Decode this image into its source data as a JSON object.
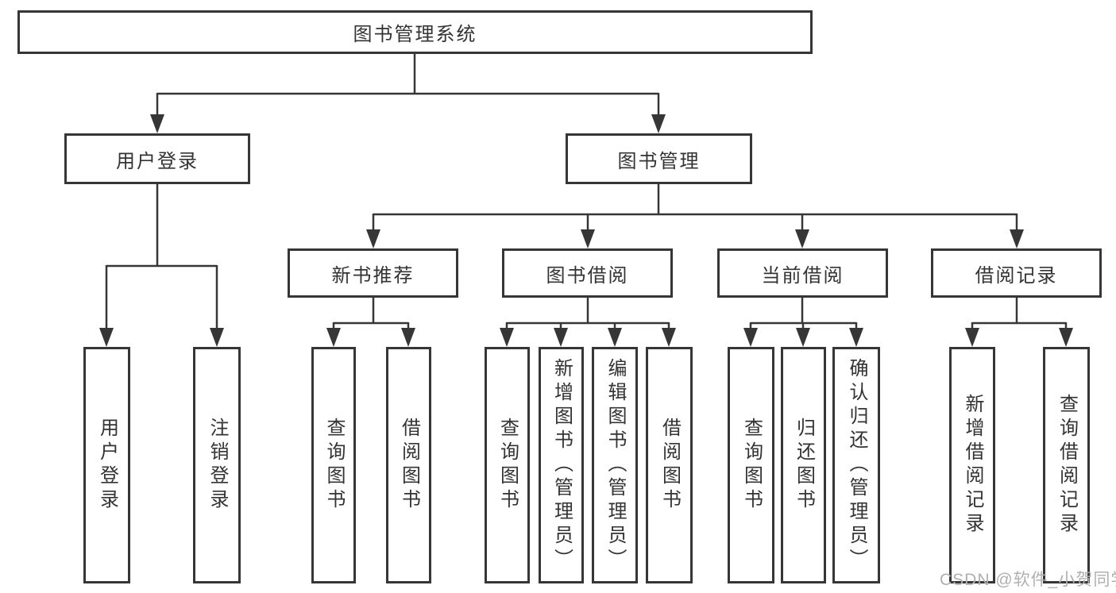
{
  "colors": {
    "line": "#363636",
    "text": "#333333",
    "background": "#ffffff",
    "watermark": "#b0b0b0"
  },
  "watermark": {
    "text": "CSDN @软件_小贺同学"
  },
  "tree": {
    "label": "图书管理系统",
    "children": [
      {
        "label": "用户登录",
        "children": [
          {
            "label": "用户登录"
          },
          {
            "label": "注销登录"
          }
        ]
      },
      {
        "label": "图书管理",
        "children": [
          {
            "label": "新书推荐",
            "children": [
              {
                "label": "查询图书"
              },
              {
                "label": "借阅图书"
              }
            ]
          },
          {
            "label": "图书借阅",
            "children": [
              {
                "label": "查询图书"
              },
              {
                "label": "新增图书（管理员）"
              },
              {
                "label": "编辑图书（管理员）"
              },
              {
                "label": "借阅图书"
              }
            ]
          },
          {
            "label": "当前借阅",
            "children": [
              {
                "label": "查询图书"
              },
              {
                "label": "归还图书"
              },
              {
                "label": "确认归还（管理员）"
              }
            ]
          },
          {
            "label": "借阅记录",
            "children": [
              {
                "label": "新增借阅记录"
              },
              {
                "label": "查询借阅记录"
              }
            ]
          }
        ]
      }
    ]
  }
}
